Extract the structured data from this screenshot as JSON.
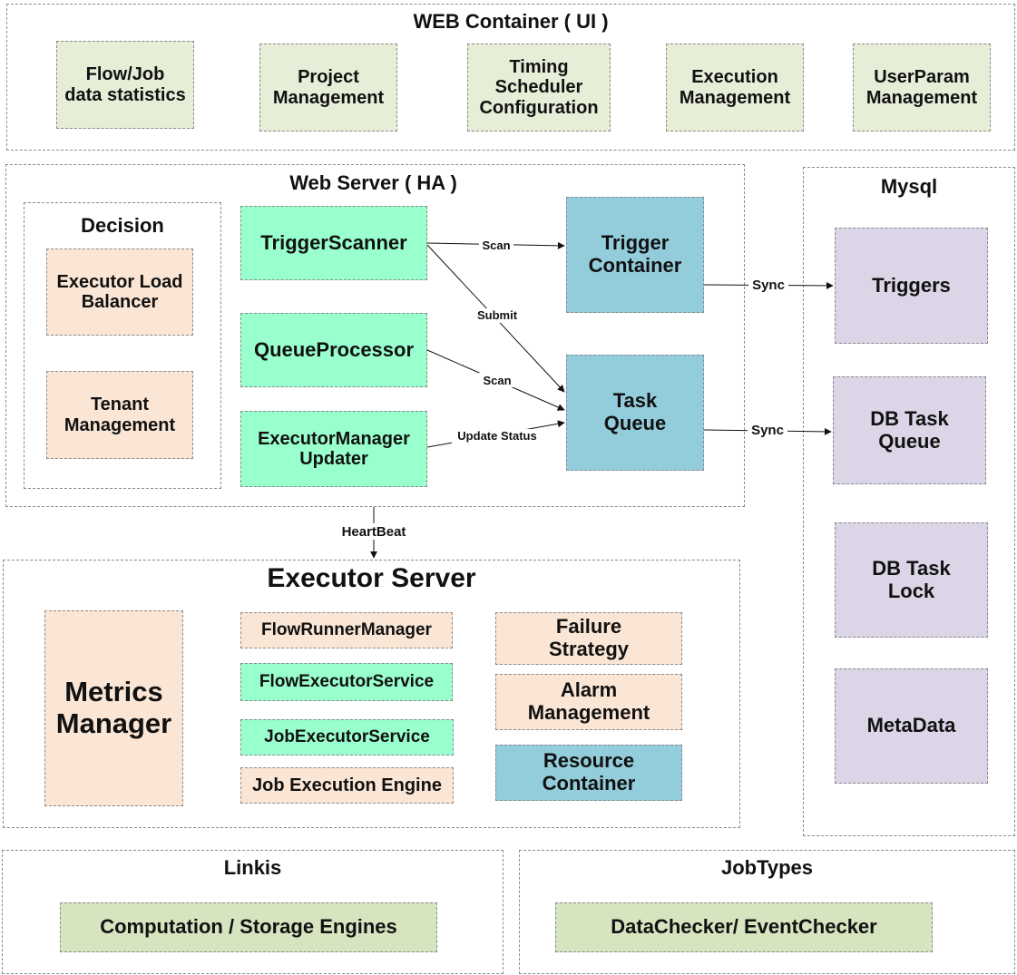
{
  "web_container": {
    "title": "WEB Container ( UI )",
    "items": [
      "Flow/Job\ndata statistics",
      "Project\nManagement",
      "Timing\nScheduler\nConfiguration",
      "Execution\nManagement",
      "UserParam\nManagement"
    ]
  },
  "web_server": {
    "title": "Web Server  ( HA )",
    "decision": {
      "title": "Decision",
      "items": [
        "Executor Load\nBalancer",
        "Tenant\nManagement"
      ]
    },
    "trigger_scanner": "TriggerScanner",
    "queue_processor": "QueueProcessor",
    "executor_manager_updater": "ExecutorManager\nUpdater",
    "trigger_container": "Trigger\nContainer",
    "task_queue": "Task\nQueue"
  },
  "mysql": {
    "title": "Mysql",
    "items": [
      "Triggers",
      "DB Task\nQueue",
      "DB Task\nLock",
      "MetaData"
    ]
  },
  "executor_server": {
    "title": "Executor Server",
    "metrics_manager": "Metrics\nManager",
    "services": [
      "FlowRunnerManager",
      "FlowExecutorService",
      "JobExecutorService",
      "Job Execution Engine"
    ],
    "right": [
      "Failure\nStrategy",
      "Alarm\nManagement",
      "Resource\nContainer"
    ]
  },
  "linkis": {
    "title": "Linkis",
    "item": "Computation / Storage Engines"
  },
  "jobtypes": {
    "title": "JobTypes",
    "item": "DataChecker/ EventChecker"
  },
  "arrows": {
    "scan_1": "Scan",
    "submit": "Submit",
    "scan_2": "Scan",
    "update_status": "Update Status",
    "sync_1": "Sync",
    "sync_2": "Sync",
    "heartbeat": "HeartBeat"
  }
}
